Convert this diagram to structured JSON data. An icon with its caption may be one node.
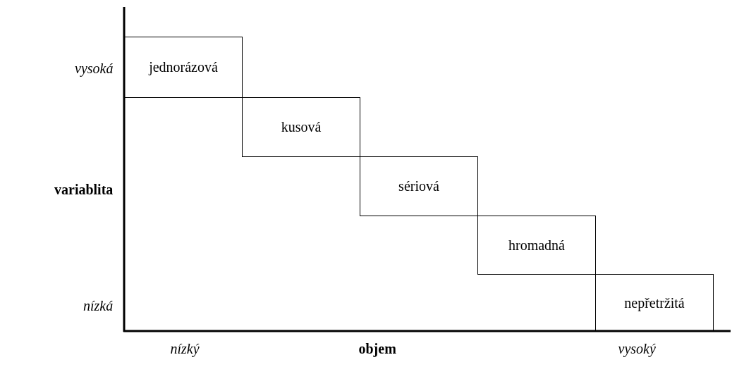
{
  "diagram": {
    "nodes": [
      {
        "text": [
          "jednorázová"
        ]
      },
      {
        "text": [
          "kusová"
        ]
      },
      {
        "text": [
          "sériová"
        ]
      },
      {
        "text": [
          "hromadná"
        ]
      },
      {
        "text": [
          "nepřetržitá"
        ]
      }
    ],
    "labels": [
      "vysoká",
      "variablita",
      "nízká",
      "nízký",
      "objem",
      "vysoký"
    ]
  }
}
